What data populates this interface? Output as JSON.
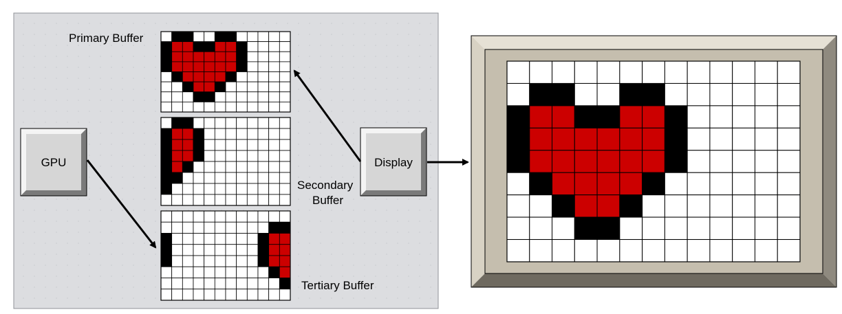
{
  "labels": {
    "primary": "Primary Buffer",
    "secondary_line1": "Secondary",
    "secondary_line2": "Buffer",
    "tertiary": "Tertiary Buffer",
    "gpu": "GPU",
    "display": "Display"
  },
  "colors": {
    "panel_fill": "#dcdde0",
    "panel_border": "#8f9297",
    "red": "#cc0000",
    "black": "#000000",
    "white": "#ffffff",
    "frame_face": "#c5beae",
    "frame_light": "#e6e1d5",
    "frame_dark": "#6f6a60",
    "button_face": "#d6d6d6"
  },
  "buffers": {
    "primary": {
      "cols": 12,
      "rows": 8,
      "black": [
        [
          1,
          0
        ],
        [
          2,
          0
        ],
        [
          5,
          0
        ],
        [
          6,
          0
        ],
        [
          0,
          1
        ],
        [
          7,
          1
        ],
        [
          0,
          2
        ],
        [
          7,
          2
        ],
        [
          0,
          3
        ],
        [
          7,
          3
        ],
        [
          1,
          4
        ],
        [
          6,
          4
        ],
        [
          2,
          5
        ],
        [
          5,
          5
        ],
        [
          3,
          6
        ],
        [
          4,
          6
        ],
        [
          3,
          1
        ],
        [
          4,
          1
        ]
      ],
      "red": [
        [
          1,
          1
        ],
        [
          2,
          1
        ],
        [
          5,
          1
        ],
        [
          6,
          1
        ],
        [
          1,
          2
        ],
        [
          2,
          2
        ],
        [
          3,
          2
        ],
        [
          4,
          2
        ],
        [
          5,
          2
        ],
        [
          6,
          2
        ],
        [
          1,
          3
        ],
        [
          2,
          3
        ],
        [
          3,
          3
        ],
        [
          4,
          3
        ],
        [
          5,
          3
        ],
        [
          6,
          3
        ],
        [
          2,
          4
        ],
        [
          3,
          4
        ],
        [
          4,
          4
        ],
        [
          5,
          4
        ],
        [
          3,
          5
        ],
        [
          4,
          5
        ]
      ]
    },
    "secondary": {
      "cols": 12,
      "rows": 8,
      "black": [
        [
          1,
          0
        ],
        [
          2,
          0
        ],
        [
          0,
          1
        ],
        [
          3,
          1
        ],
        [
          3,
          2
        ],
        [
          3,
          3
        ],
        [
          2,
          4
        ],
        [
          1,
          5
        ],
        [
          0,
          6
        ],
        [
          0,
          2
        ],
        [
          0,
          3
        ],
        [
          0,
          4
        ],
        [
          0,
          5
        ]
      ],
      "red": [
        [
          1,
          1
        ],
        [
          2,
          1
        ],
        [
          1,
          2
        ],
        [
          2,
          2
        ],
        [
          1,
          3
        ],
        [
          2,
          3
        ],
        [
          1,
          4
        ]
      ]
    },
    "tertiary": {
      "cols": 12,
      "rows": 8,
      "black": [
        [
          0,
          2
        ],
        [
          0,
          3
        ],
        [
          0,
          4
        ],
        [
          10,
          1
        ],
        [
          11,
          1
        ],
        [
          9,
          2
        ],
        [
          9,
          3
        ],
        [
          9,
          4
        ],
        [
          10,
          5
        ],
        [
          11,
          6
        ]
      ],
      "red": [
        [
          10,
          2
        ],
        [
          11,
          2
        ],
        [
          10,
          3
        ],
        [
          11,
          3
        ],
        [
          10,
          4
        ],
        [
          11,
          4
        ],
        [
          11,
          5
        ]
      ]
    },
    "display": {
      "cols": 13,
      "rows": 9,
      "black": [
        [
          1,
          1
        ],
        [
          2,
          1
        ],
        [
          5,
          1
        ],
        [
          6,
          1
        ],
        [
          0,
          2
        ],
        [
          3,
          2
        ],
        [
          4,
          2
        ],
        [
          7,
          2
        ],
        [
          0,
          3
        ],
        [
          7,
          3
        ],
        [
          0,
          4
        ],
        [
          7,
          4
        ],
        [
          1,
          5
        ],
        [
          6,
          5
        ],
        [
          2,
          6
        ],
        [
          5,
          6
        ],
        [
          3,
          7
        ],
        [
          4,
          7
        ]
      ],
      "red": [
        [
          1,
          2
        ],
        [
          2,
          2
        ],
        [
          5,
          2
        ],
        [
          6,
          2
        ],
        [
          1,
          3
        ],
        [
          2,
          3
        ],
        [
          3,
          3
        ],
        [
          4,
          3
        ],
        [
          5,
          3
        ],
        [
          6,
          3
        ],
        [
          1,
          4
        ],
        [
          2,
          4
        ],
        [
          3,
          4
        ],
        [
          4,
          4
        ],
        [
          5,
          4
        ],
        [
          6,
          4
        ],
        [
          2,
          5
        ],
        [
          3,
          5
        ],
        [
          4,
          5
        ],
        [
          5,
          5
        ],
        [
          3,
          6
        ],
        [
          4,
          6
        ]
      ]
    }
  }
}
